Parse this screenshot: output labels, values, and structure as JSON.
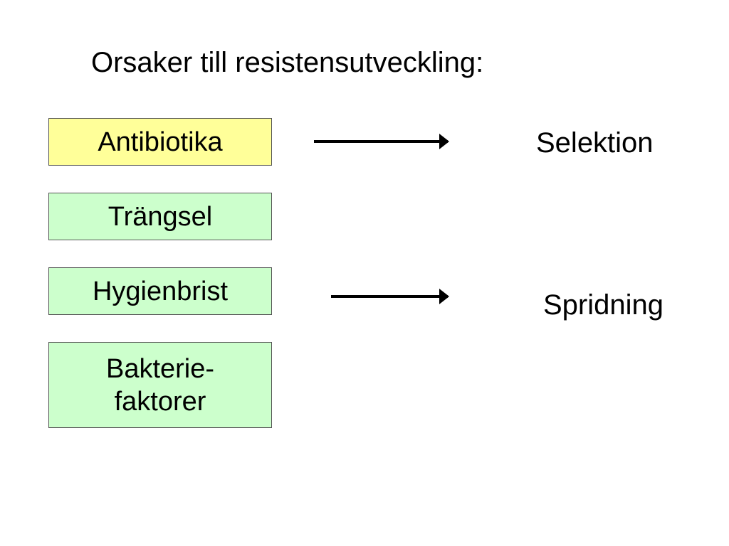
{
  "title": "Orsaker till resistensutveckling:",
  "factors": [
    {
      "label": "Antibiotika",
      "color": "#ffff99"
    },
    {
      "label": "Trängsel",
      "color": "#ccffcc"
    },
    {
      "label": "Hygienbrist",
      "color": "#ccffcc"
    },
    {
      "label": "Bakterie-\nfaktorer",
      "color": "#ccffcc"
    }
  ],
  "outcomes": [
    {
      "label": "Selektion"
    },
    {
      "label": "Spridning"
    }
  ]
}
